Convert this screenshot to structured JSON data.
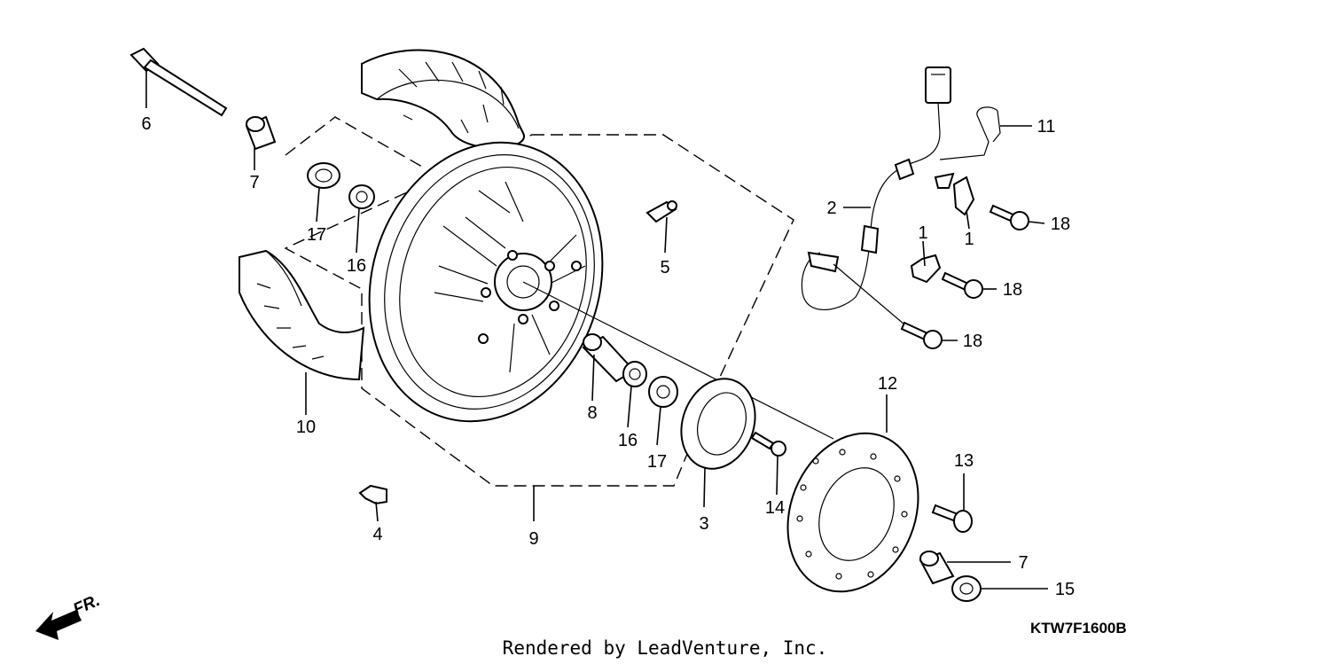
{
  "callouts": [
    {
      "id": "6",
      "label": "6"
    },
    {
      "id": "7a",
      "label": "7"
    },
    {
      "id": "17a",
      "label": "17"
    },
    {
      "id": "16a",
      "label": "16"
    },
    {
      "id": "5",
      "label": "5"
    },
    {
      "id": "10",
      "label": "10"
    },
    {
      "id": "8",
      "label": "8"
    },
    {
      "id": "16b",
      "label": "16"
    },
    {
      "id": "17b",
      "label": "17"
    },
    {
      "id": "4",
      "label": "4"
    },
    {
      "id": "9",
      "label": "9"
    },
    {
      "id": "3",
      "label": "3"
    },
    {
      "id": "14",
      "label": "14"
    },
    {
      "id": "2",
      "label": "2"
    },
    {
      "id": "11",
      "label": "11"
    },
    {
      "id": "1a",
      "label": "1"
    },
    {
      "id": "1b",
      "label": "1"
    },
    {
      "id": "18a",
      "label": "18"
    },
    {
      "id": "18b",
      "label": "18"
    },
    {
      "id": "18c",
      "label": "18"
    },
    {
      "id": "12",
      "label": "12"
    },
    {
      "id": "13",
      "label": "13"
    },
    {
      "id": "7b",
      "label": "7"
    },
    {
      "id": "15",
      "label": "15"
    }
  ],
  "direction_label": "FR.",
  "diagram_code": "KTW7F1600B",
  "footer": "Rendered by LeadVenture, Inc."
}
